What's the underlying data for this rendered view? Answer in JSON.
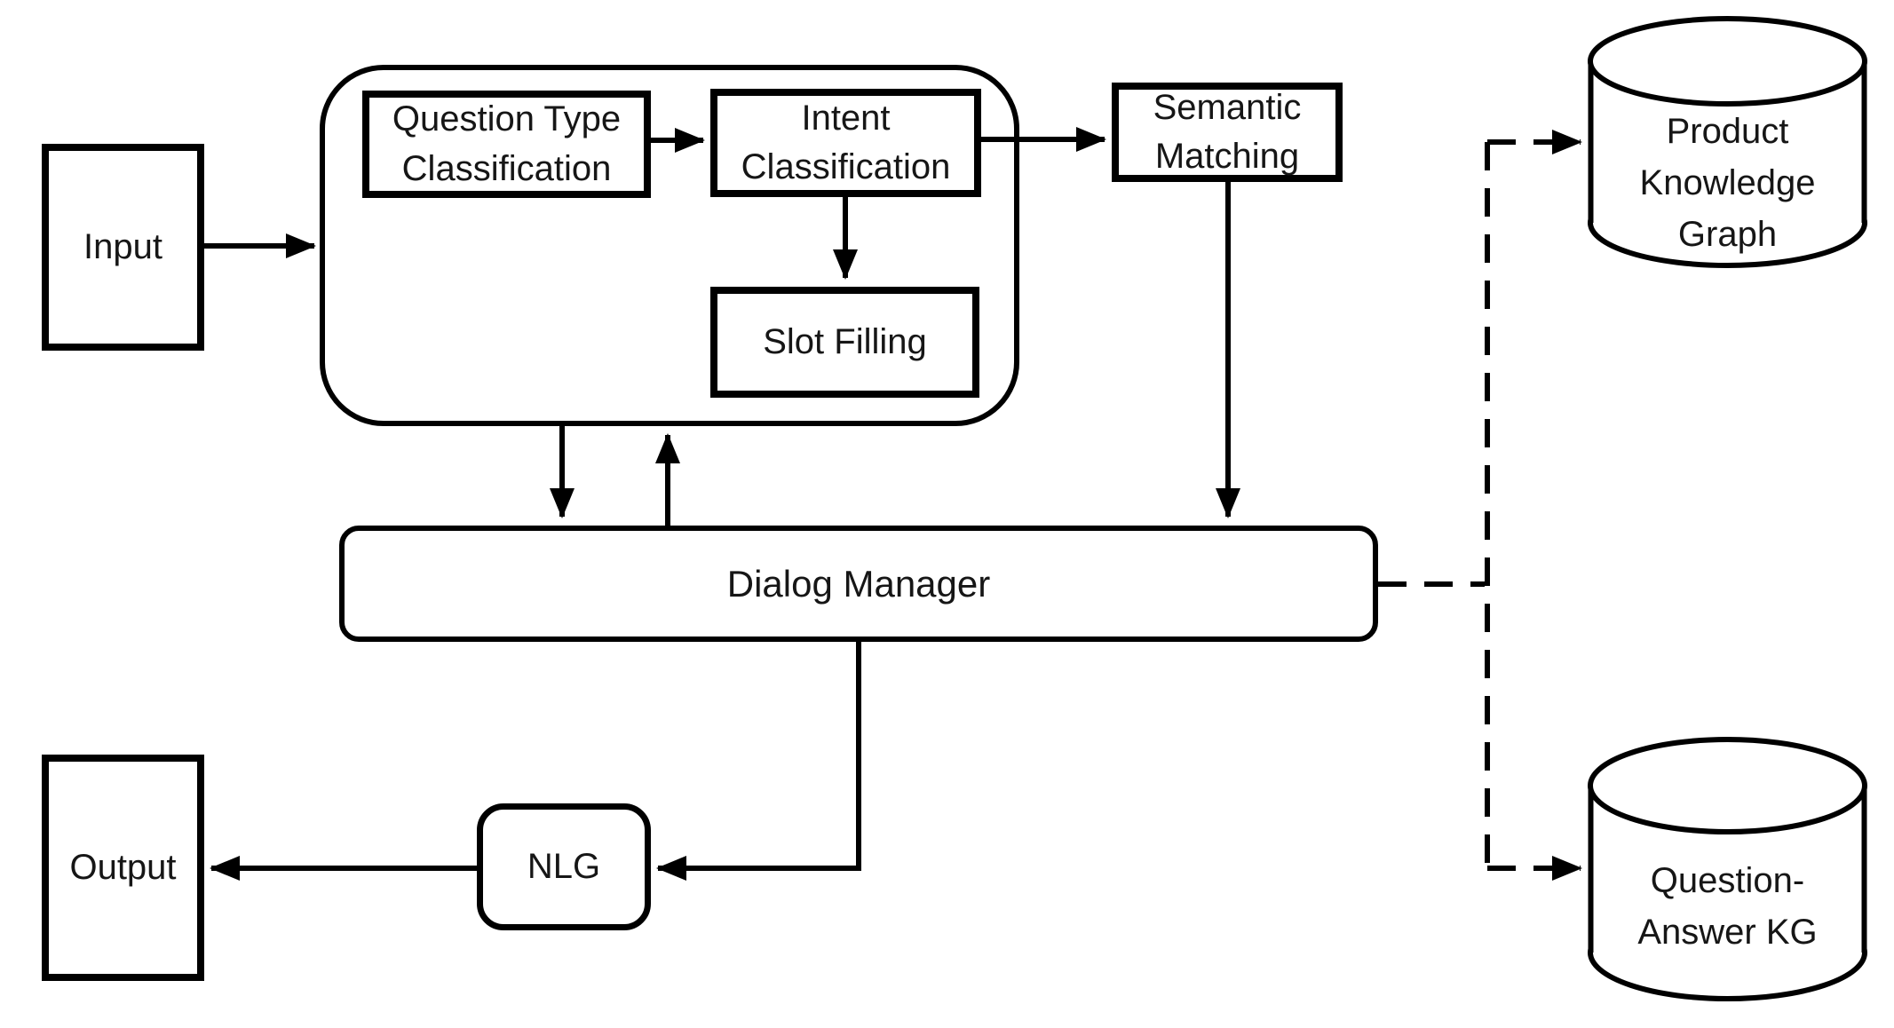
{
  "diagram": {
    "type": "flowchart",
    "colors": {
      "background": "#ffffff",
      "line": "#000000",
      "text": "#161616"
    },
    "nodes": {
      "input": {
        "label": "Input",
        "shape": "rectangle"
      },
      "nlu_module_group": {
        "label": "",
        "shape": "rounded-group"
      },
      "question_type_classification": {
        "label": "Question Type Classification",
        "lines": [
          "Question Type",
          "Classification"
        ],
        "shape": "rectangle"
      },
      "intent_classification": {
        "label": "Intent Classification",
        "lines": [
          "Intent",
          "Classification"
        ],
        "shape": "rectangle"
      },
      "slot_filling": {
        "label": "Slot Filling",
        "shape": "rectangle"
      },
      "semantic_matching": {
        "label": "Semantic Matching",
        "lines": [
          "Semantic",
          "Matching"
        ],
        "shape": "rectangle"
      },
      "dialog_manager": {
        "label": "Dialog Manager",
        "shape": "rounded-rectangle"
      },
      "nlg": {
        "label": "NLG",
        "shape": "rounded-rectangle"
      },
      "output": {
        "label": "Output",
        "shape": "rectangle"
      },
      "product_knowledge_graph": {
        "label": "Product Knowledge Graph",
        "lines": [
          "Product",
          "Knowledge",
          "Graph"
        ],
        "shape": "cylinder"
      },
      "question_answer_kg": {
        "label": "Question-Answer KG",
        "lines": [
          "Question-",
          "Answer KG"
        ],
        "shape": "cylinder"
      }
    },
    "edges": [
      {
        "from": "input",
        "to": "nlu_module_group",
        "style": "solid-arrow"
      },
      {
        "from": "question_type_classification",
        "to": "intent_classification",
        "style": "solid-arrow"
      },
      {
        "from": "intent_classification",
        "to": "semantic_matching",
        "style": "solid-arrow"
      },
      {
        "from": "intent_classification",
        "to": "slot_filling",
        "style": "solid-arrow"
      },
      {
        "from": "nlu_module_group",
        "to": "dialog_manager",
        "style": "solid-arrow"
      },
      {
        "from": "dialog_manager",
        "to": "nlu_module_group",
        "style": "solid-arrow"
      },
      {
        "from": "semantic_matching",
        "to": "dialog_manager",
        "style": "solid-arrow"
      },
      {
        "from": "dialog_manager",
        "to": "nlg",
        "style": "solid-arrow"
      },
      {
        "from": "nlg",
        "to": "output",
        "style": "solid-arrow"
      },
      {
        "from": "dialog_manager",
        "to": "product_knowledge_graph",
        "style": "dashed-arrow"
      },
      {
        "from": "dialog_manager",
        "to": "question_answer_kg",
        "style": "dashed-arrow"
      }
    ]
  }
}
